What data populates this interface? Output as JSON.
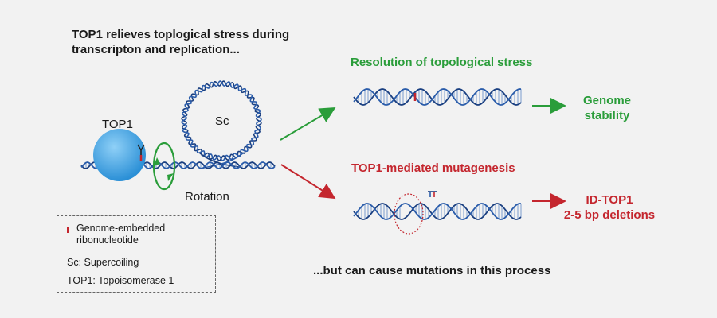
{
  "intro_text": "TOP1 relieves toplogical stress during transcripton and replication...",
  "top1_label": "TOP1",
  "sc_label": "Sc",
  "rotation_label": "Rotation",
  "resolution_title": "Resolution of topological stress",
  "mutagenesis_title": "TOP1-mediated mutagenesis",
  "genome_stability": "Genome stability",
  "id_top1_line1": "ID-TOP1",
  "id_top1_line2": "2-5 bp deletions",
  "bottom_note": "...but can cause mutations in this process",
  "legend": {
    "ribonucleotide": "Genome-embedded ribonucleotide",
    "sc": "Sc: Supercoiling",
    "top1": "TOP1: Topoisomerase 1"
  },
  "colors": {
    "green": "#2a9d3a",
    "red": "#c4262e",
    "dna_blue": "#2a5caa",
    "top1_sphere": "#3a9fe0"
  }
}
